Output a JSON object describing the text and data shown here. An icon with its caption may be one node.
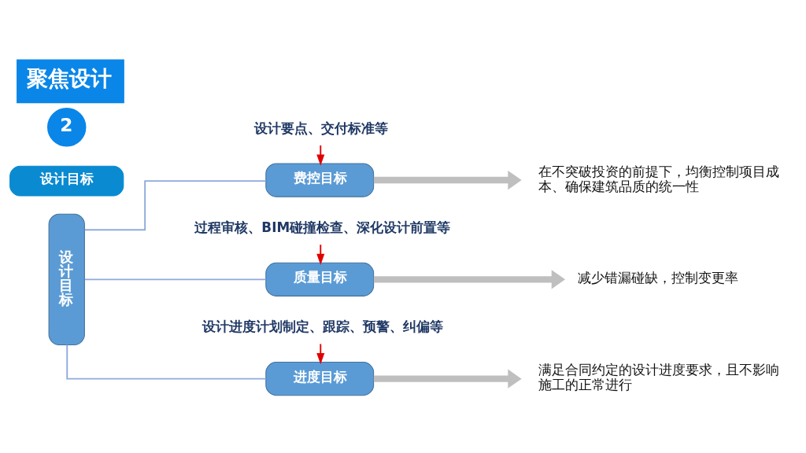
{
  "diagram": {
    "title": "聚焦设计",
    "nodes": [
      {
        "text": [
          "2"
        ]
      },
      {
        "text": [
          "设计目标"
        ]
      },
      {
        "text": [
          "设计目标"
        ]
      },
      {
        "text": [
          "设计要点、交付标准等"
        ]
      },
      {
        "text": [
          "费控目标"
        ]
      },
      {
        "text": [
          "在不突破投资的前提下，均衡控制项目成本、确保建筑品质的统一性"
        ]
      },
      {
        "text": [
          "过程审核、BIM碰撞检查、深化设计前置等"
        ]
      },
      {
        "text": [
          "质量目标"
        ]
      },
      {
        "text": [
          "减少错漏碰缺，控制变更率"
        ]
      },
      {
        "text": [
          "设计进度计划制定、跟踪、预警、纠偏等"
        ]
      },
      {
        "text": [
          "进度目标"
        ]
      },
      {
        "text": [
          "满足合同约定的设计进度要求，且不影响施工的正常进行"
        ]
      }
    ],
    "edges": [
      {
        "from": 2,
        "to": 4,
        "arrow": "none",
        "color": "#8eaadb"
      },
      {
        "from": 2,
        "to": 7,
        "arrow": "none",
        "color": "#8eaadb"
      },
      {
        "from": 2,
        "to": 10,
        "arrow": "none",
        "color": "#8eaadb"
      },
      {
        "from": 3,
        "to": 4,
        "arrow": "to",
        "color": "#e00000"
      },
      {
        "from": 4,
        "to": 5,
        "arrow": "to",
        "style": "thick",
        "color": "#bfbfbf"
      },
      {
        "from": 6,
        "to": 7,
        "arrow": "to",
        "color": "#e00000"
      },
      {
        "from": 7,
        "to": 8,
        "arrow": "to",
        "style": "thick",
        "color": "#bfbfbf"
      },
      {
        "from": 9,
        "to": 10,
        "arrow": "to",
        "color": "#e00000"
      },
      {
        "from": 10,
        "to": 11,
        "arrow": "to",
        "style": "thick",
        "color": "#bfbfbf"
      }
    ]
  }
}
